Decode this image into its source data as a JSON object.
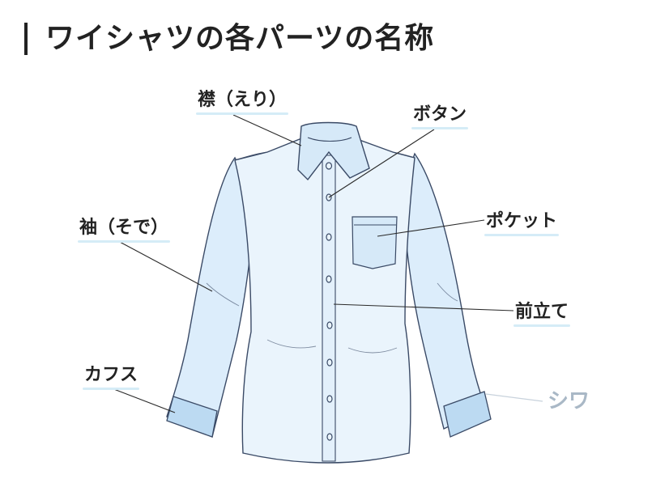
{
  "title": "ワイシャツの各パーツの名称",
  "labels": {
    "collar": "襟（えり）",
    "button": "ボタン",
    "sleeve": "袖（そで）",
    "pocket": "ポケット",
    "placket": "前立て",
    "cuffs": "カフス",
    "wrinkle": "シワ"
  },
  "colors": {
    "shirt_fill": "#eaf4fc",
    "sleeve_fill": "#dcedfb",
    "cuff_fill": "#bcdaf2",
    "outline": "#3a4a66",
    "leader": "#2a2a2a",
    "faint_leader": "#c8d2dc",
    "label_underline": "#d5ecf7"
  }
}
